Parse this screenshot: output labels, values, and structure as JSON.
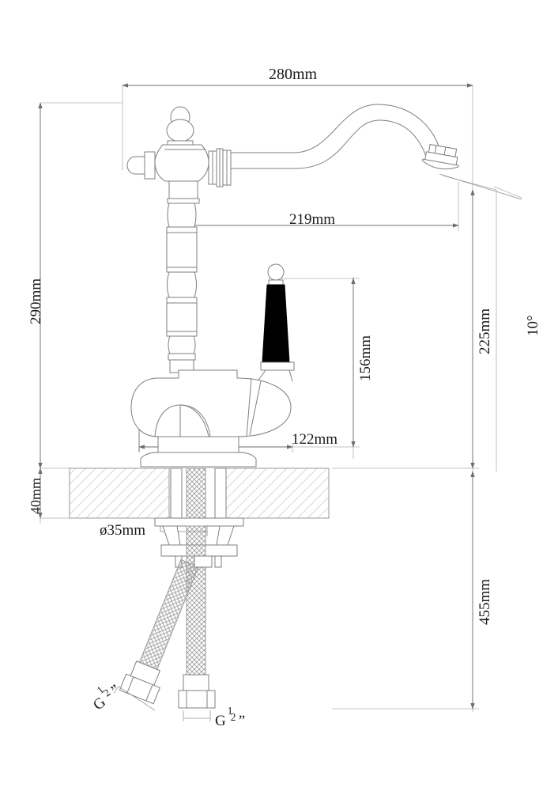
{
  "drawing": {
    "title": "Kitchen faucet dimensional drawing",
    "units": "mm",
    "line_color": "#9a9a9a",
    "text_color": "#1a1a1a",
    "handle_color": "#000000",
    "background": "#ffffff"
  },
  "dimensions": {
    "overall_reach": "280mm",
    "spout_reach": "219mm",
    "overall_height": "290mm",
    "spout_height": "225mm",
    "handle_height": "156mm",
    "body_width": "122mm",
    "counter_thickness": "40mm",
    "hole_diameter": "ø35mm",
    "total_with_hoses": "455mm",
    "aerator_angle": "10°"
  },
  "labels": {
    "thread_left_prefix": "G",
    "thread_left_num": "1",
    "thread_left_den": "2",
    "thread_left_suffix": "”",
    "thread_right_prefix": "G",
    "thread_right_num": "1",
    "thread_right_den": "2",
    "thread_right_suffix": "”"
  }
}
